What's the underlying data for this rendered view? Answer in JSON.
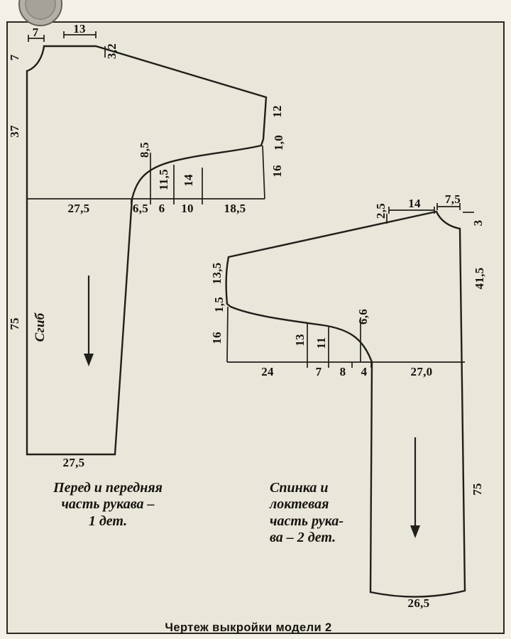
{
  "page": {
    "caption": "Чертеж выкройки модели 2"
  },
  "front_piece": {
    "name_lines": [
      "Перед и передняя",
      "часть рукава –",
      "1 дет."
    ],
    "fold_label": "Сгиб",
    "dims": {
      "top_neck_width": "7",
      "top_shoulder": "13",
      "shoulder_drop": "3,2",
      "neck_depth": "7",
      "armhole_depth": "37",
      "sleeve_edge": "12",
      "notch": "1,0",
      "underarm_right": "16",
      "curve_a": "8,5",
      "curve_b": "11,5",
      "curve_c": "14",
      "bust_a": "27,5",
      "bust_b": "6,5",
      "bust_c": "6",
      "bust_d": "10",
      "bust_e": "18,5",
      "side_length": "75",
      "hem": "27,5"
    }
  },
  "back_piece": {
    "name_lines": [
      "Спинка и",
      "локтевая",
      "часть рука-",
      "ва – 2 дет."
    ],
    "dims": {
      "shoulder_drop": "2,5",
      "top_shoulder": "14",
      "top_neck_width": "7,5",
      "neck_depth": "3",
      "back_depth": "41,5",
      "sleeve_edge": "13,5",
      "notch": "1,5",
      "underarm_left": "16",
      "curve_a": "13",
      "curve_b": "11",
      "curve_c": "6,6",
      "bust_a": "24",
      "bust_b": "7",
      "bust_c": "8",
      "bust_d": "4",
      "bust_e": "27,0",
      "side_length": "75",
      "hem": "26,5"
    }
  }
}
